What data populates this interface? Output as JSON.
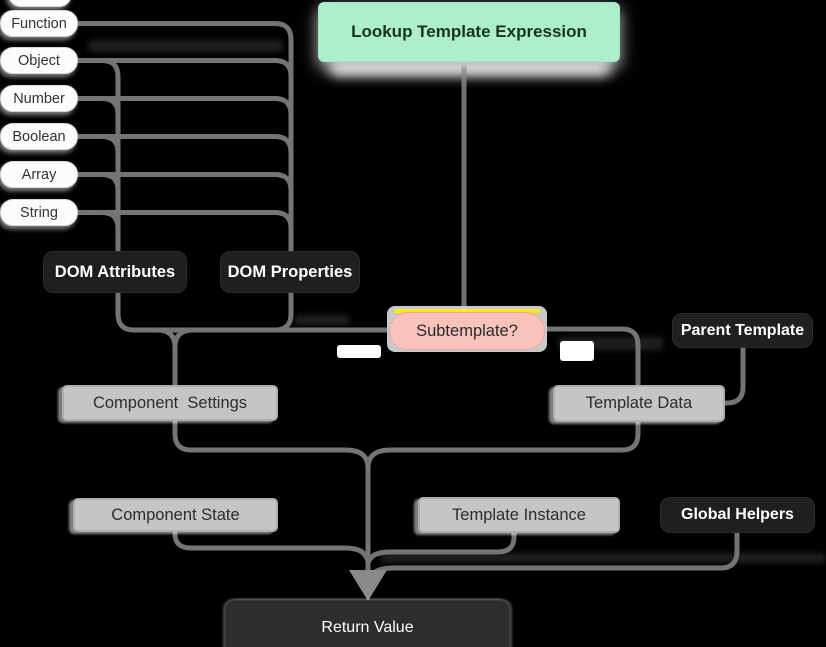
{
  "colors": {
    "background": "#000000",
    "line": "#747474",
    "green_node_bg": "#aeeecb",
    "green_node_text": "#16341f",
    "dark_node_bg": "#1f1f21",
    "dark_node_text": "#ffffff",
    "gray_node_bg": "#c5c5c5",
    "gray_node_text": "#2d2d2d",
    "type_node_bg": "#fcfcfc",
    "type_node_text": "#333333",
    "subtemplate_bg": "#f9c3bb",
    "subtemplate_accent_yellow": "#ffe81a",
    "return_node_bg": "#2d2d2f"
  },
  "nodes": {
    "types": [
      {
        "label": "Function"
      },
      {
        "label": "Object"
      },
      {
        "label": "Number"
      },
      {
        "label": "Boolean"
      },
      {
        "label": "Array"
      },
      {
        "label": "String"
      }
    ],
    "lookup_template_expression": {
      "label": "Lookup Template Expression"
    },
    "dom_attributes": {
      "label": "DOM Attributes"
    },
    "dom_properties": {
      "label": "DOM Properties"
    },
    "subtemplate": {
      "label": "Subtemplate?"
    },
    "parent_template": {
      "label": "Parent Template"
    },
    "component_settings": {
      "label": "Component  Settings"
    },
    "template_data": {
      "label": "Template Data"
    },
    "component_state": {
      "label": "Component State"
    },
    "template_instance": {
      "label": "Template Instance"
    },
    "global_helpers": {
      "label": "Global Helpers"
    },
    "return_value": {
      "label": "Return Value"
    }
  },
  "edges": [
    {
      "from": "Function",
      "to": "DOM Properties"
    },
    {
      "from": "Object",
      "to": "DOM Attributes"
    },
    {
      "from": "Object",
      "to": "DOM Properties"
    },
    {
      "from": "Number",
      "to": "DOM Attributes"
    },
    {
      "from": "Number",
      "to": "DOM Properties"
    },
    {
      "from": "Boolean",
      "to": "DOM Attributes"
    },
    {
      "from": "Boolean",
      "to": "DOM Properties"
    },
    {
      "from": "Array",
      "to": "DOM Attributes"
    },
    {
      "from": "Array",
      "to": "DOM Properties"
    },
    {
      "from": "String",
      "to": "DOM Attributes"
    },
    {
      "from": "String",
      "to": "DOM Properties"
    },
    {
      "from": "Lookup Template Expression",
      "to": "Subtemplate?"
    },
    {
      "from": "DOM Attributes",
      "to": "Component Settings"
    },
    {
      "from": "DOM Properties",
      "to": "Component Settings"
    },
    {
      "from": "Subtemplate?",
      "to": "Component Settings"
    },
    {
      "from": "Subtemplate?",
      "to": "Template Data"
    },
    {
      "from": "Parent Template",
      "to": "Template Data"
    },
    {
      "from": "Component Settings",
      "to": "Return Value"
    },
    {
      "from": "Template Data",
      "to": "Return Value"
    },
    {
      "from": "Component State",
      "to": "Return Value"
    },
    {
      "from": "Template Instance",
      "to": "Return Value"
    },
    {
      "from": "Global Helpers",
      "to": "Return Value"
    }
  ]
}
